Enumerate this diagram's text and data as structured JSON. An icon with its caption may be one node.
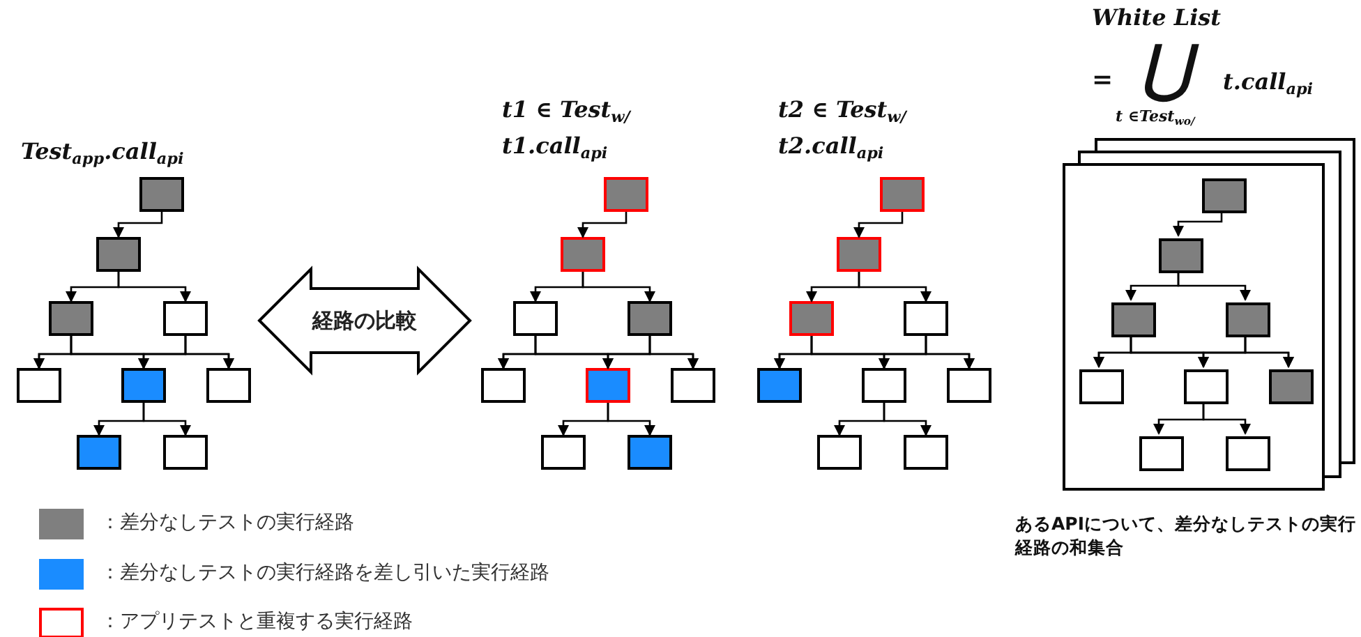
{
  "diagram": {
    "nodes": [
      {
        "text": [],
        "shape": "box"
      },
      {
        "text": [],
        "shape": "box"
      },
      {
        "text": [],
        "shape": "box"
      },
      {
        "text": [],
        "shape": "box"
      },
      {
        "text": [],
        "shape": "box"
      },
      {
        "text": [],
        "shape": "box"
      },
      {
        "text": [],
        "shape": "box"
      },
      {
        "text": [],
        "shape": "box"
      },
      {
        "text": [],
        "shape": "box"
      },
      {
        "text": [
          "経路の比較"
        ]
      },
      {
        "text": [],
        "shape": "box"
      },
      {
        "text": [],
        "shape": "box"
      },
      {
        "text": [],
        "shape": "box"
      },
      {
        "text": [],
        "shape": "box"
      },
      {
        "text": [],
        "shape": "box"
      },
      {
        "text": [],
        "shape": "box"
      },
      {
        "text": [],
        "shape": "box"
      },
      {
        "text": [],
        "shape": "box"
      },
      {
        "text": [],
        "shape": "box"
      },
      {
        "text": [],
        "shape": "box"
      },
      {
        "text": [],
        "shape": "box"
      },
      {
        "text": [],
        "shape": "box"
      },
      {
        "text": [],
        "shape": "box"
      },
      {
        "text": [],
        "shape": "box"
      },
      {
        "text": [],
        "shape": "box"
      },
      {
        "text": [],
        "shape": "box"
      },
      {
        "text": [],
        "shape": "box"
      },
      {
        "text": [],
        "shape": "box"
      },
      {
        "text": [],
        "shape": "box",
        "beside": [
          "あるAPIについて、差分なしテストの実行経路の和集合"
        ]
      },
      {
        "text": [],
        "shape": "box",
        "in": 28
      },
      {
        "text": [],
        "shape": "box",
        "in": 28
      },
      {
        "text": [],
        "shape": "box",
        "in": 28
      },
      {
        "text": [],
        "shape": "box",
        "in": 28
      },
      {
        "text": [],
        "shape": "box",
        "in": 28
      },
      {
        "text": [],
        "shape": "box",
        "in": 28
      },
      {
        "text": [],
        "shape": "box",
        "in": 28
      },
      {
        "text": [],
        "shape": "box",
        "in": 28
      },
      {
        "text": [],
        "shape": "box",
        "in": 28
      }
    ],
    "edges": [
      {
        "from": 0,
        "to": 1,
        "arrow": "to"
      },
      {
        "from": 1,
        "to": 2,
        "arrow": "to"
      },
      {
        "from": 1,
        "to": 3,
        "arrow": "to"
      },
      {
        "from": 2,
        "to": 4,
        "arrow": "to"
      },
      {
        "from": 2,
        "to": 5,
        "arrow": "to"
      },
      {
        "from": 2,
        "to": 6,
        "arrow": "to"
      },
      {
        "from": 3,
        "to": 4,
        "arrow": "to"
      },
      {
        "from": 3,
        "to": 5,
        "arrow": "to"
      },
      {
        "from": 3,
        "to": 6,
        "arrow": "to"
      },
      {
        "from": 5,
        "to": 7,
        "arrow": "to"
      },
      {
        "from": 5,
        "to": 8,
        "arrow": "to"
      },
      {
        "from": 10,
        "to": 11,
        "arrow": "to"
      },
      {
        "from": 11,
        "to": 12,
        "arrow": "to"
      },
      {
        "from": 11,
        "to": 13,
        "arrow": "to"
      },
      {
        "from": 12,
        "to": 14,
        "arrow": "to"
      },
      {
        "from": 12,
        "to": 15,
        "arrow": "to"
      },
      {
        "from": 12,
        "to": 16,
        "arrow": "to"
      },
      {
        "from": 13,
        "to": 14,
        "arrow": "to"
      },
      {
        "from": 13,
        "to": 15,
        "arrow": "to"
      },
      {
        "from": 13,
        "to": 16,
        "arrow": "to"
      },
      {
        "from": 15,
        "to": 17,
        "arrow": "to"
      },
      {
        "from": 15,
        "to": 18,
        "arrow": "to"
      },
      {
        "from": 19,
        "to": 20,
        "arrow": "to"
      },
      {
        "from": 20,
        "to": 21,
        "arrow": "to"
      },
      {
        "from": 20,
        "to": 22,
        "arrow": "to"
      },
      {
        "from": 21,
        "to": 23,
        "arrow": "to"
      },
      {
        "from": 21,
        "to": 24,
        "arrow": "to"
      },
      {
        "from": 21,
        "to": 25,
        "arrow": "to"
      },
      {
        "from": 22,
        "to": 23,
        "arrow": "to"
      },
      {
        "from": 22,
        "to": 24,
        "arrow": "to"
      },
      {
        "from": 22,
        "to": 25,
        "arrow": "to"
      },
      {
        "from": 24,
        "to": 26,
        "arrow": "to"
      },
      {
        "from": 24,
        "to": 27,
        "arrow": "to"
      },
      {
        "from": 29,
        "to": 30,
        "arrow": "to"
      },
      {
        "from": 30,
        "to": 31,
        "arrow": "to"
      },
      {
        "from": 30,
        "to": 32,
        "arrow": "to"
      },
      {
        "from": 31,
        "to": 33,
        "arrow": "to"
      },
      {
        "from": 31,
        "to": 34,
        "arrow": "to"
      },
      {
        "from": 31,
        "to": 35,
        "arrow": "to"
      },
      {
        "from": 32,
        "to": 33,
        "arrow": "to"
      },
      {
        "from": 32,
        "to": 34,
        "arrow": "to"
      },
      {
        "from": 32,
        "to": 35,
        "arrow": "to"
      },
      {
        "from": 34,
        "to": 36,
        "arrow": "to"
      },
      {
        "from": 34,
        "to": 37,
        "arrow": "to"
      }
    ],
    "labels": [
      "Test$_{app}$.call$_{api}$",
      "t1 ∈ Test$_{w/}$",
      "t1.call$_{api}$",
      "t2 ∈ Test$_{w/}$",
      "t2.call$_{api}$",
      "White List",
      "=",
      "⋃",
      "t.call$_{api}$",
      "t ∈Test$_{wo/}$"
    ],
    "legend": [
      {
        "text": "：差分なしテストの実行経路",
        "color": "#7f7f7f"
      },
      {
        "text": "：差分なしテストの実行経路を差し引いた実行経路",
        "color": "#1a8cff"
      },
      {
        "text": "：アプリテストと重複する実行経路"
      }
    ]
  }
}
